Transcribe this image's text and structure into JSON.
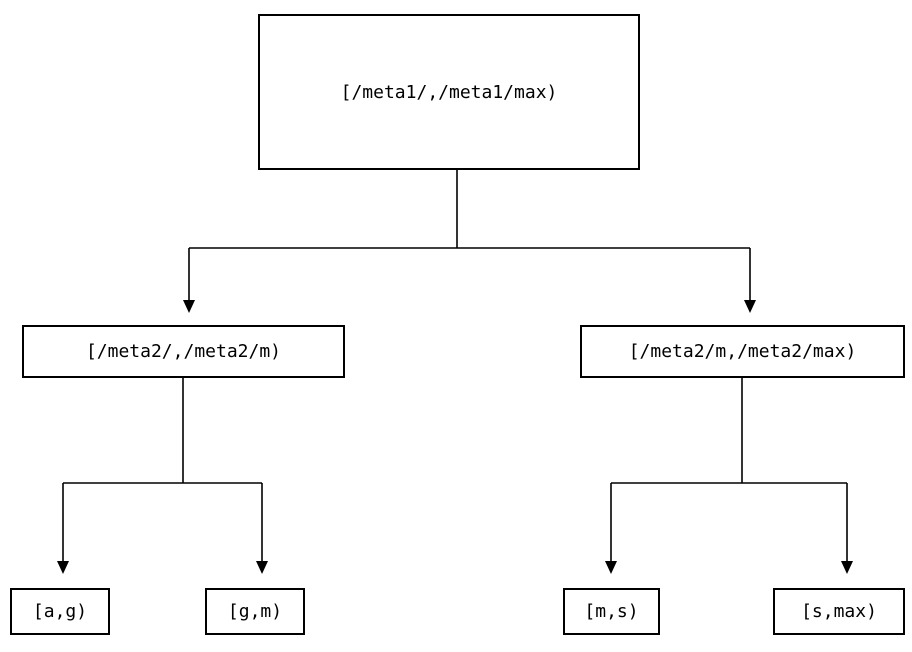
{
  "diagram": {
    "background_color": "#ffffff",
    "line_color": "#000000",
    "nodes": {
      "root": "[/meta1/,/meta1/max)",
      "left": "[/meta2/,/meta2/m)",
      "right": "[/meta2/m,/meta2/max)",
      "leaf_a_g": "[a,g)",
      "leaf_g_m": "[g,m)",
      "leaf_m_s": "[m,s)",
      "leaf_s_max": "[s,max)"
    }
  }
}
